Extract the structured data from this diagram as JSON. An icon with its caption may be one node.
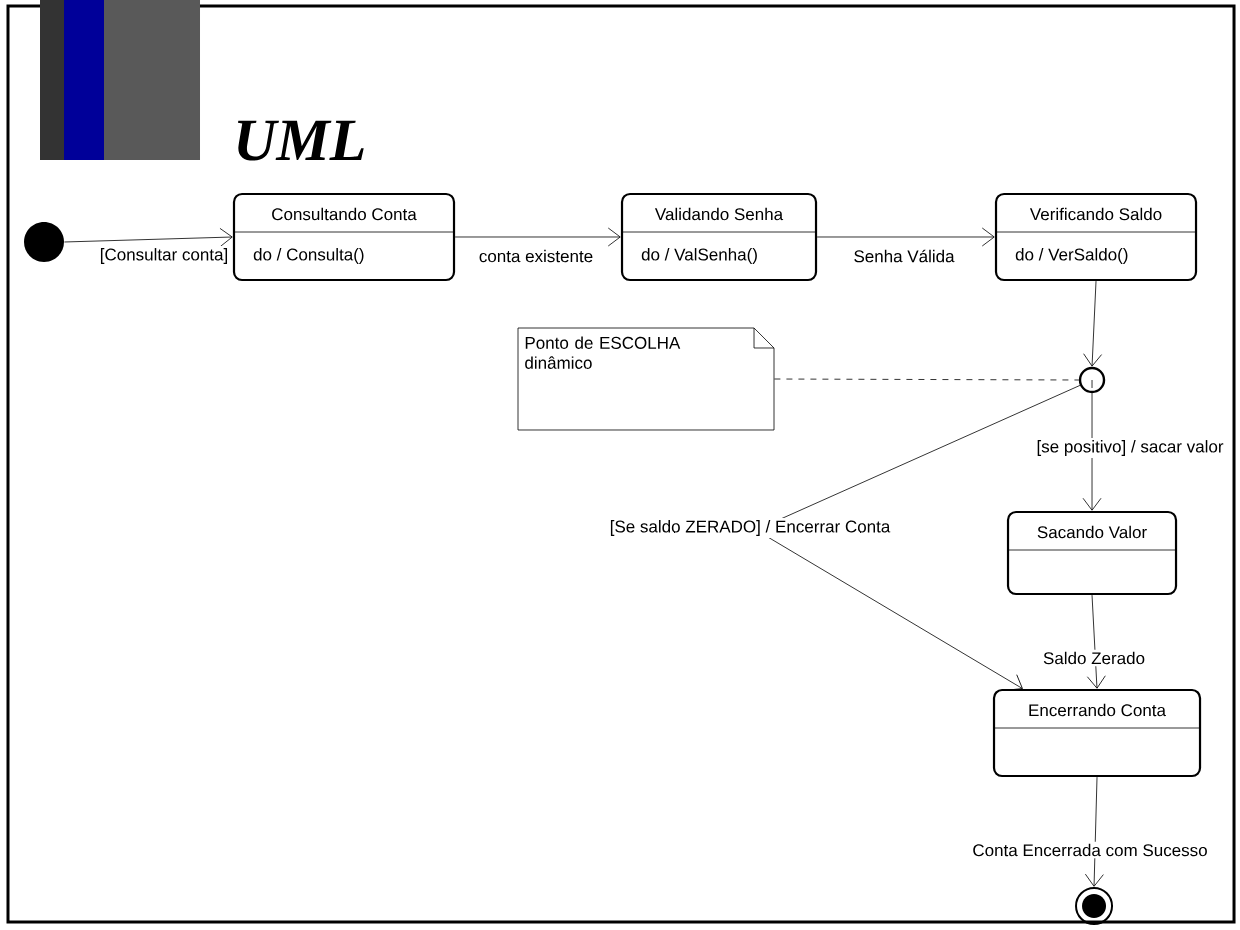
{
  "diagram": {
    "title": "UML",
    "nodes": [
      {
        "text": [],
        "shape": "circle"
      },
      {
        "text": [
          "Consultando Conta",
          "do / Consulta()"
        ]
      },
      {
        "text": [
          "Validando Senha",
          "do / ValSenha()"
        ]
      },
      {
        "text": [
          "Verificando Saldo",
          "do / VerSaldo()"
        ]
      },
      {
        "text": [
          "Ponto de ESCOLHA dinâmico"
        ]
      },
      {
        "text": [],
        "shape": "circle"
      },
      {
        "text": [
          "Sacando Valor"
        ]
      },
      {
        "text": [
          "Encerrando Conta"
        ]
      },
      {
        "text": [],
        "shape": "circle"
      }
    ],
    "edges": [
      {
        "from": 0,
        "to": 1,
        "arrow": "to",
        "label": "[Consultar conta]"
      },
      {
        "from": 1,
        "to": 2,
        "arrow": "to",
        "label": "conta existente"
      },
      {
        "from": 2,
        "to": 3,
        "arrow": "to",
        "label": "Senha Válida"
      },
      {
        "from": 3,
        "to": 5,
        "arrow": "to"
      },
      {
        "from": 4,
        "to": 5,
        "arrow": "none",
        "style": "dashed"
      },
      {
        "from": 5,
        "to": 6,
        "arrow": "to",
        "label": "[se positivo] / sacar valor"
      },
      {
        "from": 5,
        "to": 7,
        "arrow": "to",
        "label": "[Se saldo ZERADO] / Encerrar Conta"
      },
      {
        "from": 6,
        "to": 7,
        "arrow": "to",
        "label": "Saldo Zerado"
      },
      {
        "from": 7,
        "to": 8,
        "arrow": "to",
        "label": "Conta Encerrada com Sucesso"
      }
    ]
  }
}
